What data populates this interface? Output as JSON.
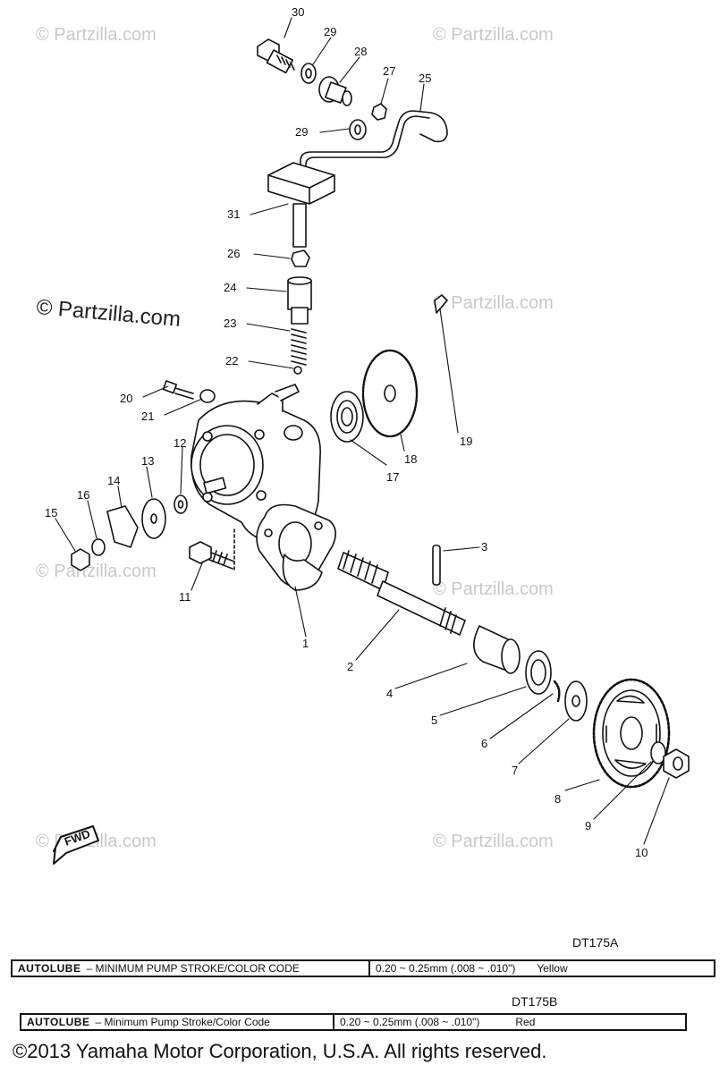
{
  "watermarks": {
    "text": "© Partzilla.com",
    "prominent": "© Partzilla.com"
  },
  "callouts": [
    "30",
    "29",
    "28",
    "27",
    "25",
    "29",
    "31",
    "26",
    "24",
    "23",
    "22",
    "20",
    "21",
    "19",
    "18",
    "17",
    "12",
    "13",
    "14",
    "16",
    "15",
    "11",
    "3",
    "1",
    "2",
    "4",
    "5",
    "6",
    "7",
    "8",
    "9",
    "10"
  ],
  "fwd_label": "FWD",
  "specs": [
    {
      "model": "DT175A",
      "brand": "AUTOLUBE",
      "description": "– MINIMUM PUMP STROKE/COLOR CODE",
      "value": "0.20 ~ 0.25mm (.008 ~ .010\")",
      "color": "Yellow"
    },
    {
      "model": "DT175B",
      "brand": "AUTOLUBE",
      "description": "– Minimum Pump Stroke/Color Code",
      "value": "0.20 ~ 0.25mm (.008 ~ .010\")",
      "color": "Red"
    }
  ],
  "copyright": "©2013 Yamaha Motor Corporation, U.S.A. All rights reserved."
}
